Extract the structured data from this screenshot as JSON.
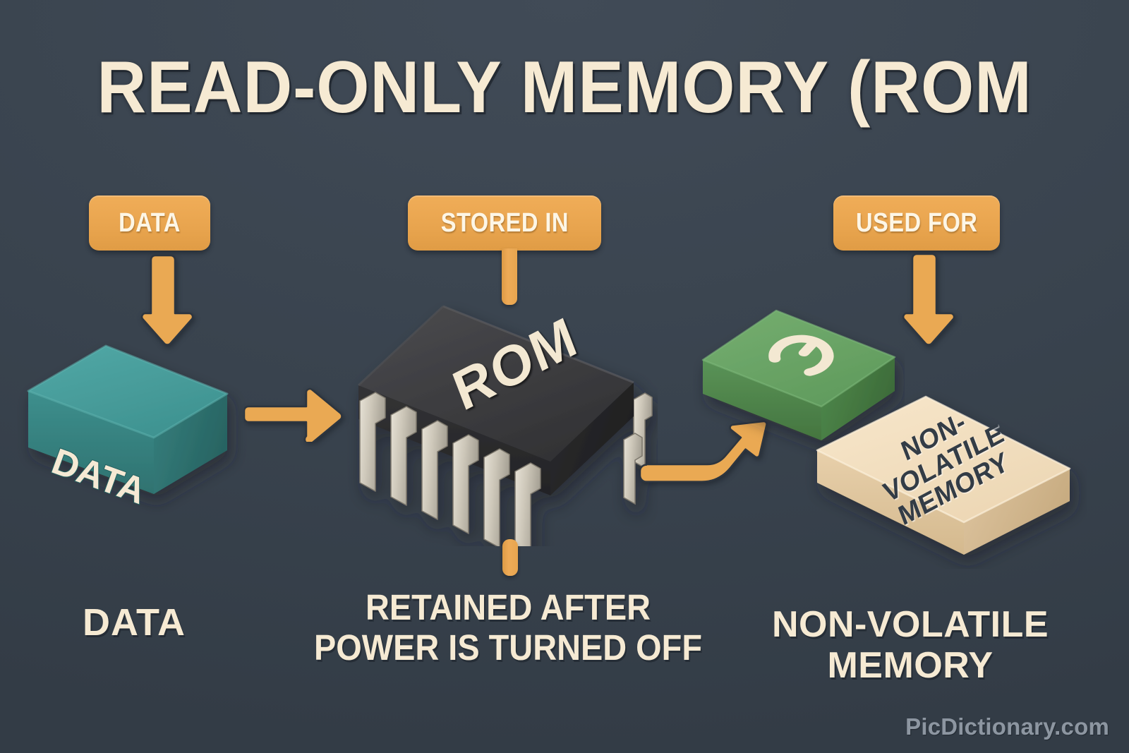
{
  "title": "READ-ONLY MEMORY (ROM",
  "background_color": "#39434e",
  "accent_color": "#e8a44e",
  "cream_color": "#f6ead3",
  "callouts": {
    "data": "DATA",
    "stored_in": "STORED IN",
    "used_for": "USED FOR"
  },
  "objects": {
    "data_block": {
      "label": "DATA",
      "color": "#3f9a9a"
    },
    "rom_chip": {
      "label": "ROM",
      "color": "#3b3b3d",
      "pin_color": "#cfc9bc",
      "pin_count_front": 6,
      "pin_count_side": 2
    },
    "power_button": {
      "icon": "power-icon",
      "color": "#63a060"
    },
    "nvm_block": {
      "line1": "NON-",
      "line2": "VOLATILE",
      "line3": "MEMORY",
      "color": "#f0dcbe"
    }
  },
  "captions": {
    "data": "DATA",
    "retained_line1": "RETAINED AFTER",
    "retained_line2": "POWER IS TURNED OFF",
    "nvm_line1": "NON-VOLATILE",
    "nvm_line2": "MEMORY"
  },
  "watermark": "PicDictionary.com",
  "icons": {
    "arrow_down_data": "arrow-down-icon",
    "arrow_right_data_to_chip": "arrow-right-icon",
    "arrow_curve_chip_to_power": "arrow-curve-up-right-icon",
    "arrow_down_used_for": "arrow-down-icon",
    "stem_stored_in": "connector-stem",
    "tick_chip": "connector-tick"
  }
}
